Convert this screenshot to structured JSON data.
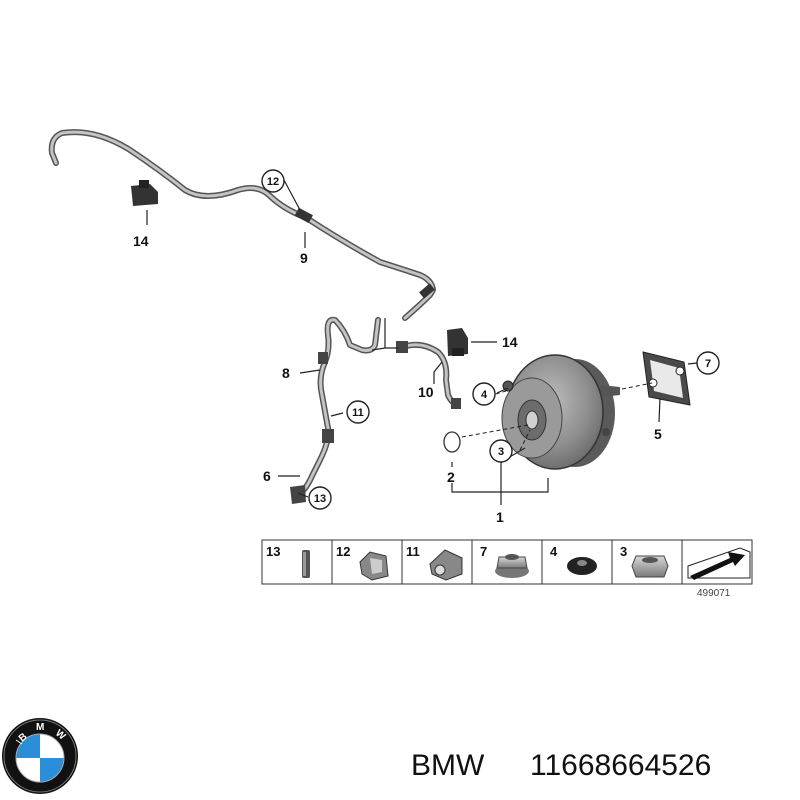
{
  "callouts": {
    "c1": "1",
    "c2": "2",
    "c3": "3",
    "c4": "4",
    "c5": "5",
    "c6": "6",
    "c7": "7",
    "c8": "8",
    "c9": "9",
    "c10": "10",
    "c11": "11",
    "c12": "12",
    "c13": "13",
    "c14a": "14",
    "c14b": "14"
  },
  "parts_table": [
    "13",
    "12",
    "11",
    "7",
    "4",
    "3"
  ],
  "diagram_ref": "499071",
  "footer": {
    "brand": "BMW",
    "part_number": "11668664526"
  },
  "logo": {
    "text": "BMW",
    "colors": {
      "blue": "#2a8fd8",
      "white": "#ffffff",
      "ring": "#111111"
    }
  }
}
